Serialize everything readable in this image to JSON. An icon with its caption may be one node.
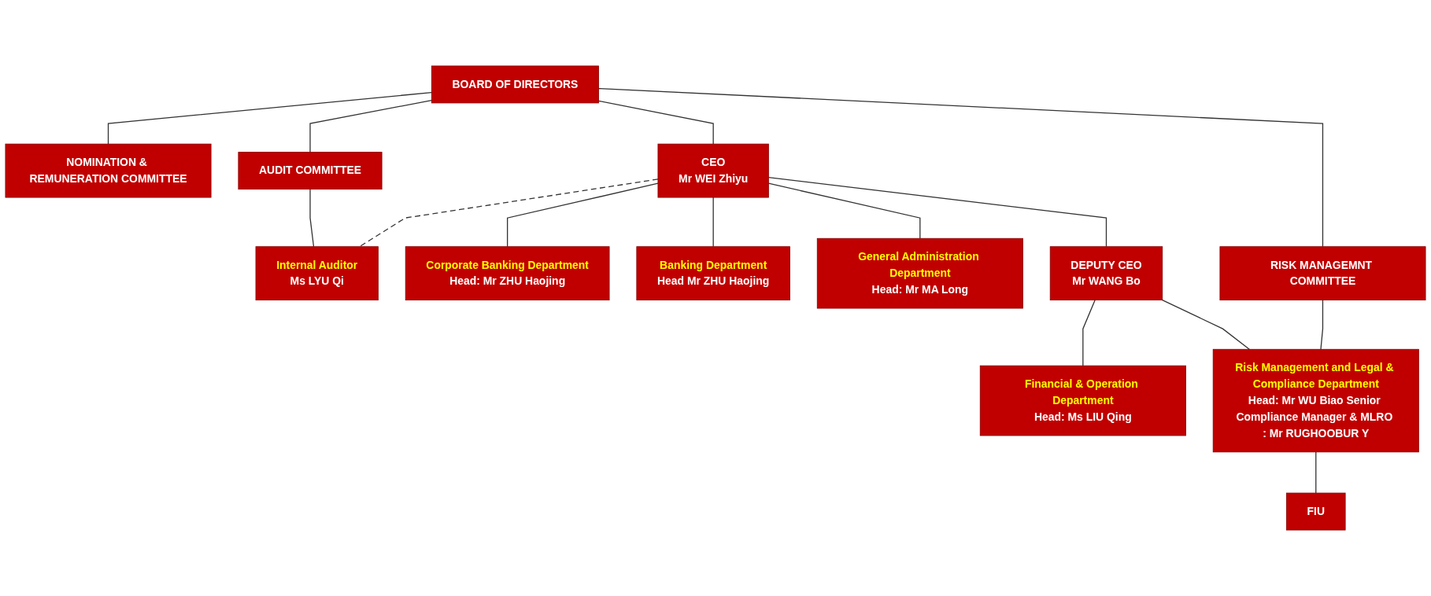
{
  "diagram": {
    "nodes": [
      {
        "text": [
          "BOARD OF DIRECTORS"
        ]
      },
      {
        "text": [
          "AUDIT COMMITTEE"
        ]
      },
      {
        "text": [
          "NOMINATION & REMUNERATION COMMITTEE"
        ]
      },
      {
        "text": [
          "RISK MANAGEMNT COMMITTEE"
        ]
      },
      {
        "text": [
          "CEO",
          "Mr WEI Zhiyu"
        ]
      },
      {
        "text": [
          "DEPUTY CEO",
          "Mr WANG Bo"
        ]
      },
      {
        "text": [
          "Internal Auditor",
          "Ms LYU Qi"
        ]
      },
      {
        "text": [
          "Corporate Banking Department",
          "Head: Mr ZHU Haojing"
        ]
      },
      {
        "text": [
          "Banking Department",
          "Head Mr ZHU Haojing"
        ]
      },
      {
        "text": [
          "General Administration Department",
          "Head: Mr MA Long"
        ]
      },
      {
        "text": [
          "Financial & Operation Department",
          "Head: Ms LIU Qing"
        ]
      },
      {
        "text": [
          "Risk Management and Legal & Compliance Department",
          "Head: Mr WU Biao Senior Compliance Manager & MLRO : Mr RUGHOOBUR Y"
        ]
      },
      {
        "text": [
          "FIU"
        ]
      }
    ],
    "edges": [
      {
        "from": 0,
        "to": 1,
        "arrow": "none"
      },
      {
        "from": 0,
        "to": 2,
        "arrow": "none"
      },
      {
        "from": 0,
        "to": 3,
        "arrow": "none"
      },
      {
        "from": 0,
        "to": 4,
        "arrow": "none"
      },
      {
        "from": 1,
        "to": 6,
        "arrow": "none"
      },
      {
        "from": 4,
        "to": 6,
        "arrow": "none",
        "style": "dashed"
      },
      {
        "from": 4,
        "to": 7,
        "arrow": "none"
      },
      {
        "from": 4,
        "to": 8,
        "arrow": "none"
      },
      {
        "from": 4,
        "to": 9,
        "arrow": "none"
      },
      {
        "from": 4,
        "to": 5,
        "arrow": "none"
      },
      {
        "from": 5,
        "to": 10,
        "arrow": "none"
      },
      {
        "from": 5,
        "to": 11,
        "arrow": "none"
      },
      {
        "from": 3,
        "to": 11,
        "arrow": "none"
      },
      {
        "from": 11,
        "to": 12,
        "arrow": "none"
      }
    ]
  }
}
